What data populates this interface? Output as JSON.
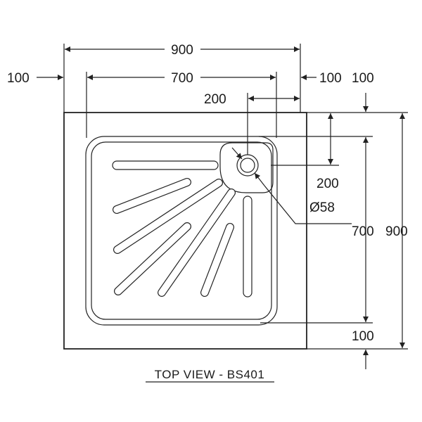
{
  "dimensions": {
    "overall_width": "900",
    "inner_width": "700",
    "left_margin": "100",
    "right_margin": "100",
    "drain_offset_x": "200",
    "top_margin": "100",
    "drain_offset_y": "200",
    "drain_diameter": "Ø58",
    "inner_height": "700",
    "overall_height": "900",
    "bottom_margin": "100"
  },
  "caption": "TOP VIEW - BS401",
  "colors": {
    "line": "#222222",
    "text": "#1a1a1a",
    "background": "#ffffff"
  }
}
